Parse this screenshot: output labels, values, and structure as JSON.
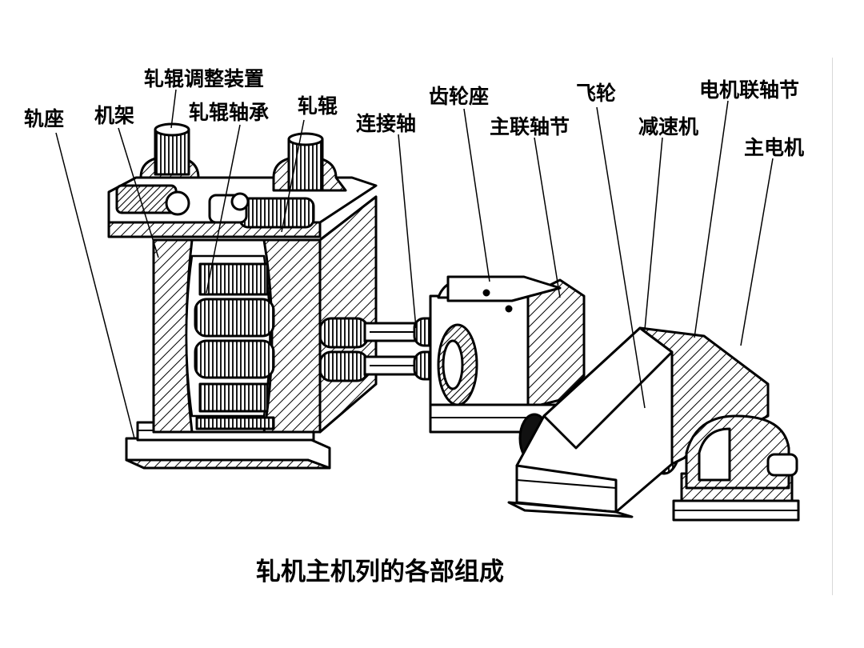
{
  "labels": {
    "roll_adjust_device": "轧辊调整装置",
    "rail_seat": "轨座",
    "frame": "机架",
    "roll_bearing": "轧辊轴承",
    "roll": "轧辊",
    "connecting_shaft": "连接轴",
    "gear_seat": "齿轮座",
    "flywheel": "飞轮",
    "motor_coupling": "电机联轴节",
    "main_coupling": "主联轴节",
    "reducer": "减速机",
    "main_motor": "主电机"
  },
  "caption": "轧机主机列的各部组成"
}
